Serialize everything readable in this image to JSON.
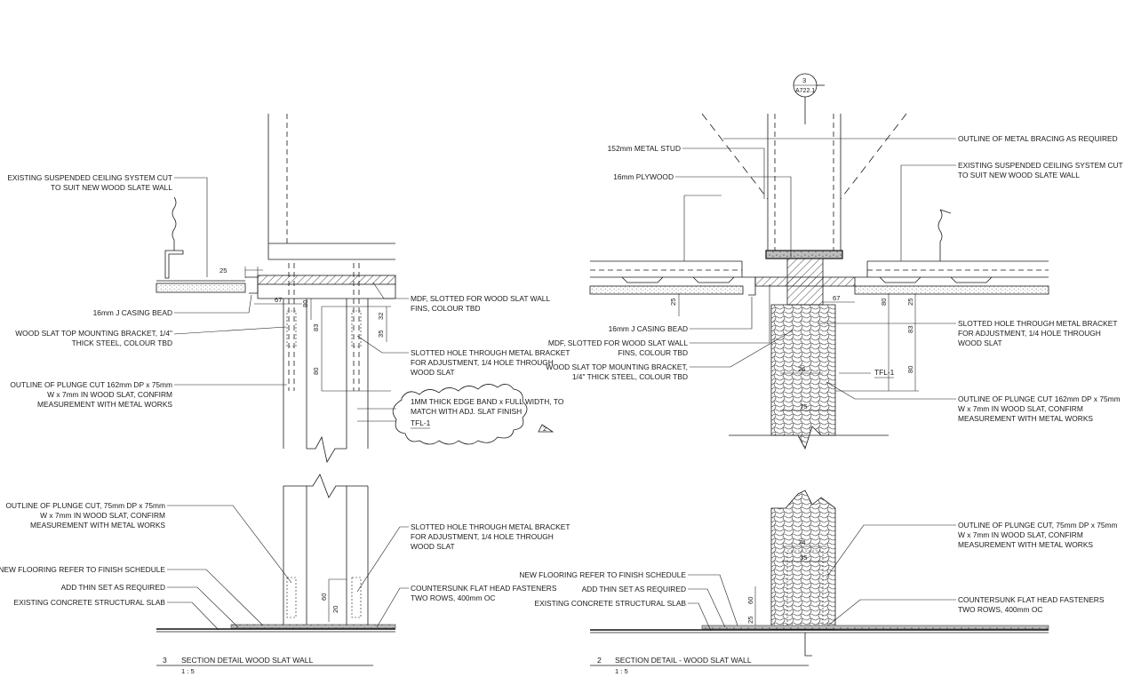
{
  "drawing_type": "architectural-section-detail",
  "left_detail": {
    "title_number": "3",
    "title": "SECTION DETAIL WOOD SLAT WALL",
    "scale": "1 : 5",
    "labels": {
      "ceiling_l1": "EXISTING SUSPENDED CEILING SYSTEM CUT",
      "ceiling_l2": "TO SUIT NEW WOOD SLATE WALL",
      "casing_bead": "16mm J CASING BEAD",
      "bracket_l1": "WOOD SLAT TOP MOUNTING BRACKET, 1/4\"",
      "bracket_l2": "THICK  STEEL, COLOUR TBD",
      "plunge_l1": "OUTLINE OF PLUNGE CUT 162mm DP x 75mm",
      "plunge_l2": "W x 7mm IN WOOD SLAT, CONFIRM",
      "plunge_l3": "MEASUREMENT WITH METAL WORKS",
      "mdf_l1": "MDF, SLOTTED FOR WOOD SLAT WALL",
      "mdf_l2": "FINS, COLOUR TBD",
      "slot_l1": "SLOTTED HOLE THROUGH METAL BRACKET",
      "slot_l2": "FOR ADJUSTMENT, 1/4  HOLE THROUGH",
      "slot_l3": "WOOD SLAT",
      "edge_l1": "1MM THICK EDGE BAND x FULL WIDTH, TO",
      "edge_l2": "MATCH WITH ADJ. SLAT FINISH",
      "tfl": "TFL-1",
      "revision": "2",
      "plunge2_l1": "OUTLINE OF PLUNGE CUT, 75mm DP x 75mm",
      "plunge2_l2": "W x 7mm IN WOOD SLAT, CONFIRM",
      "plunge2_l3": "MEASUREMENT WITH METAL WORKS",
      "slot2_l1": "SLOTTED HOLE THROUGH METAL BRACKET",
      "slot2_l2": "FOR ADJUSTMENT, 1/4  HOLE THROUGH",
      "slot2_l3": "WOOD SLAT",
      "flooring": "NEW FLOORING REFER TO FINISH SCHEDULE",
      "thinset": "ADD THIN SET AS REQUIRED",
      "slab": "EXISTING CONCRETE STRUCTURAL SLAB",
      "csk_l1": "COUNTERSUNK FLAT HEAD FASTENERS",
      "csk_l2": "TWO ROWS, 400mm OC"
    },
    "dims": {
      "d25": "25",
      "d67": "67",
      "d80a": "80",
      "d32": "32",
      "d83": "83",
      "d35": "35",
      "d80b": "80",
      "d60": "60",
      "d20": "20"
    }
  },
  "right_detail": {
    "title_number": "2",
    "title": "SECTION DETAIL - WOOD SLAT WALL",
    "scale": "1 : 5",
    "callout_number": "3",
    "callout_sheet": "A722.1",
    "labels": {
      "stud": "152mm METAL STUD",
      "plywood": "16mm PLYWOOD",
      "bracing": "OUTLINE OF METAL BRACING AS REQUIRED",
      "ceiling_l1": "EXISTING SUSPENDED CEILING SYSTEM CUT",
      "ceiling_l2": "TO SUIT NEW WOOD SLATE WALL",
      "casing_bead": "16mm J CASING BEAD",
      "mdf_l1": "MDF, SLOTTED FOR WOOD SLAT WALL",
      "mdf_l2": "FINS, COLOUR TBD",
      "bracket_l1": "WOOD SLAT TOP MOUNTING BRACKET,",
      "bracket_l2": "1/4\"  THICK  STEEL, COLOUR  TBD",
      "slot_l1": "SLOTTED HOLE THROUGH METAL BRACKET",
      "slot_l2": "FOR ADJUSTMENT, 1/4  HOLE THROUGH",
      "slot_l3": "WOOD SLAT",
      "tfl": "TFL-1",
      "plunge_l1": "OUTLINE OF PLUNGE CUT 162mm DP x 75mm",
      "plunge_l2": "W x 7mm IN WOOD SLAT, CONFIRM",
      "plunge_l3": "MEASUREMENT WITH METAL WORKS",
      "plunge2_l1": "OUTLINE OF PLUNGE CUT, 75mm DP x 75mm",
      "plunge2_l2": "W x 7mm IN WOOD SLAT, CONFIRM",
      "plunge2_l3": "MEASUREMENT WITH METAL WORKS",
      "flooring": "NEW FLOORING REFER TO FINISH SCHEDULE",
      "thinset": "ADD THIN SET AS REQUIRED",
      "slab": "EXISTING CONCRETE STRUCTURAL SLAB",
      "csk_l1": "COUNTERSUNK FLAT HEAD FASTENERS",
      "csk_l2": "TWO ROWS, 400mm OC"
    },
    "dims": {
      "d67": "67",
      "d25a": "25",
      "d80a": "80",
      "d25b": "25",
      "d83": "83",
      "d80b": "80",
      "d26": "26",
      "d75": "75",
      "d74": "74",
      "d35": "35",
      "d60": "60",
      "d25c": "25"
    }
  }
}
